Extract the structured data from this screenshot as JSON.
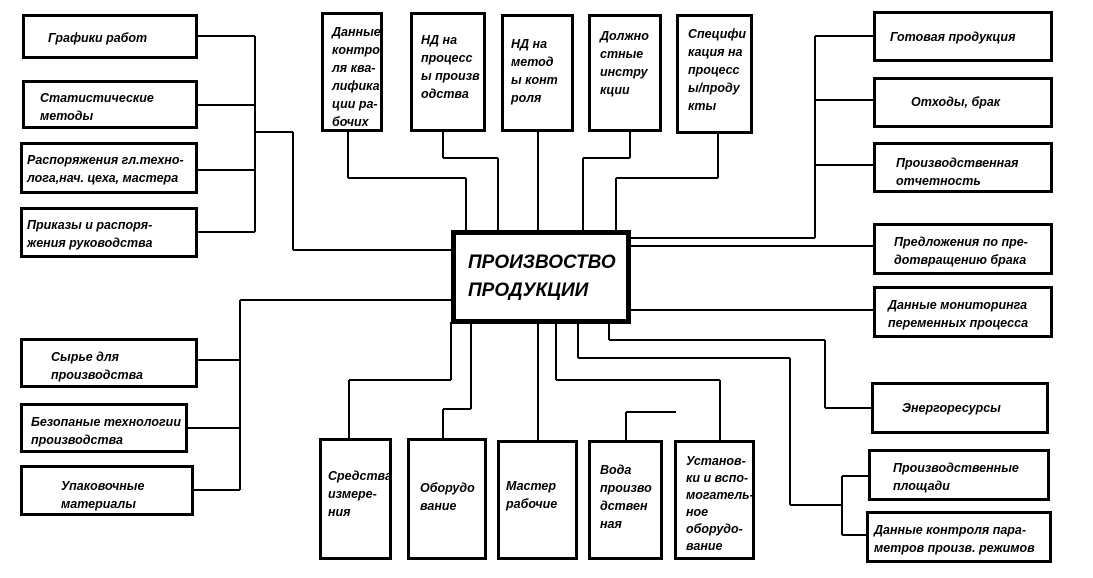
{
  "center": "ПРОИЗВОСТВО\nПРОДУКЦИИ",
  "left": [
    "Графики работ",
    "Статистические\nметоды",
    "Распоряжения гл.техно-\nлога,нач. цеха, мастера",
    "Приказы и распоря-\nжения руководства",
    "Сырье для\nпроизводства",
    "Безопаные технологии\nпроизводства",
    "Упаковочные\nматериалы"
  ],
  "top": [
    "Данные\nконтро-\nля ква-\nлифика-\nции ра-\nбочих",
    "НД на\nпроцесс\nы произв\nодства",
    "НД на\nметод\nы конт\nроля",
    "Должно\nстные\nинстру\nкции",
    "Специфи\nкация на\nпроцесс\nы/проду\nкты"
  ],
  "right": [
    "Готовая продукция",
    "Отходы, брак",
    "Производственная\nотчетность",
    "Предложения по пре-\nдотвращению брака",
    "Данные мониторинга\nпеременных процесса",
    "Энергоресурсы",
    "Производственные\nплощади",
    "Данные контроля пара-\nметров произв. режимов"
  ],
  "bottom": [
    "Средства\nизмере-\nния",
    "Оборудо\nвание",
    "Мастер\nрабочие",
    "Вода\nпроизво\nдствен\nная",
    "Установ-\nки и вспо-\nмогатель-\nное\nоборудо-\nвание"
  ]
}
